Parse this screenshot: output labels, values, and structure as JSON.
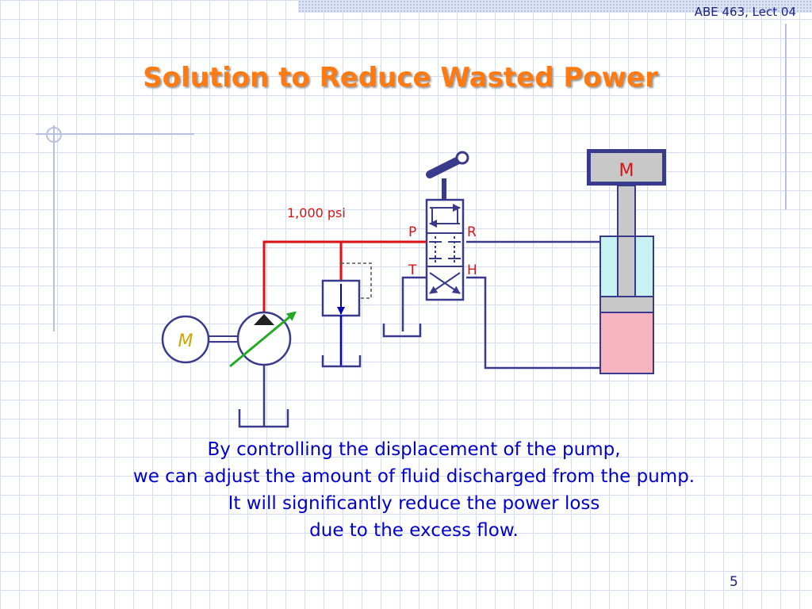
{
  "header": {
    "lecture": "ABE 463, Lect 04"
  },
  "title": "Solution to Reduce Wasted Power",
  "diagram": {
    "pressure_label": "1,000 psi",
    "port_p": "P",
    "port_r": "R",
    "port_t": "T",
    "port_h": "H",
    "load_label": "M",
    "motor_label": "M",
    "colors": {
      "pressure_line": "#dd1111",
      "line": "#3a3a8c",
      "relief_line": "#0000bb",
      "port_label": "#dd1111",
      "motor_label": "#c8a800",
      "cylinder_top": "#c8f2f2",
      "cylinder_bottom": "#f5b5c0",
      "load_body": "#c8c8c8",
      "variable_arrow": "#22aa22"
    }
  },
  "caption": {
    "line1": "By controlling the displacement of the pump,",
    "line2": "we can adjust the amount of fluid discharged from the pump.",
    "line3": "It will significantly reduce the power loss",
    "line4": "due to the excess flow."
  },
  "page_number": "5"
}
